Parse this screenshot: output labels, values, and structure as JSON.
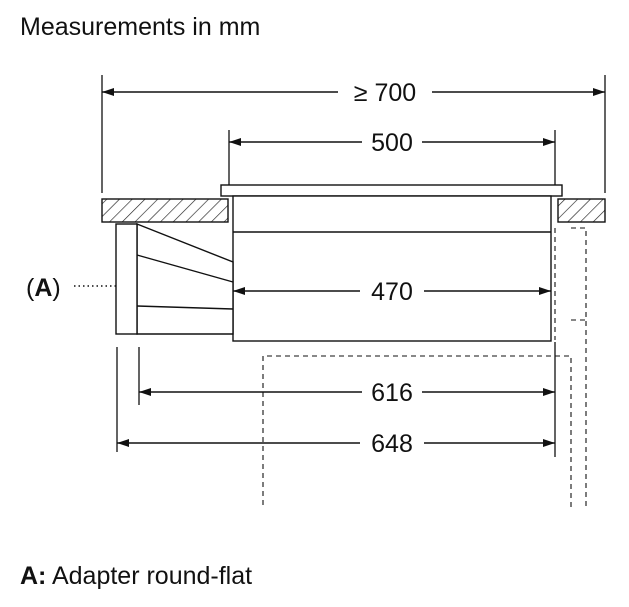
{
  "title": "Measurements in mm",
  "dimensions": {
    "overall_width": "≥ 700",
    "hob_width": "500",
    "unit_width": "470",
    "depth_inner": "616",
    "depth_outer": "648"
  },
  "callout": {
    "open": "(",
    "key": "A",
    "close": ")"
  },
  "legend": {
    "key": "A:",
    "text": " Adapter round-flat"
  }
}
